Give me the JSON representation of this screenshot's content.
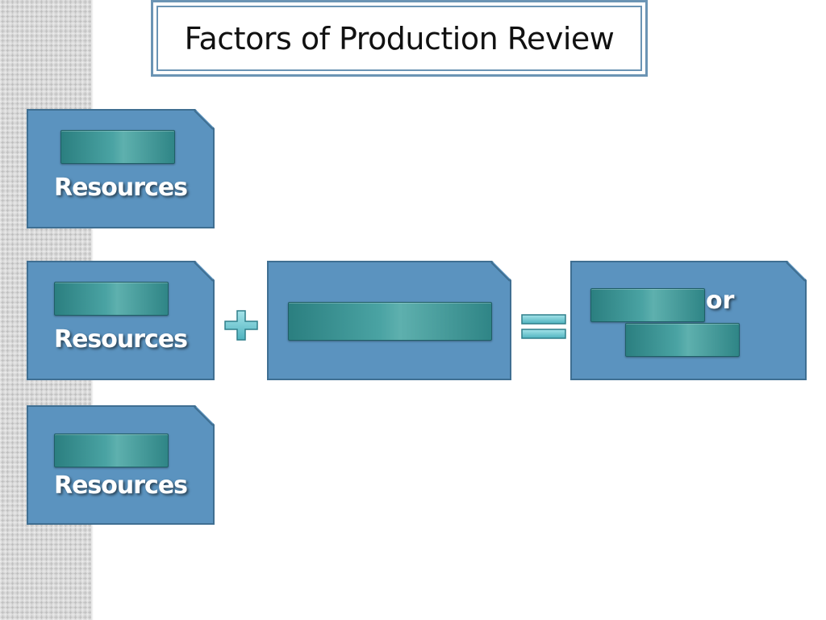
{
  "title": "Factors of Production Review",
  "cards": {
    "resources_1": {
      "label": "Resources"
    },
    "resources_2": {
      "label": "Resources"
    },
    "resources_3": {
      "label": "Resources"
    },
    "middle": {
      "label": ""
    },
    "result": {
      "connector": "or"
    }
  },
  "operators": {
    "plus": "plus-icon",
    "equals": "equals-icon"
  },
  "colors": {
    "card_fill": "#5b93bf",
    "card_border": "#3f6f92",
    "cover_fill": "#3d9697",
    "operator_fill": "#7fd0d8",
    "title_border": "#6b94b4"
  }
}
